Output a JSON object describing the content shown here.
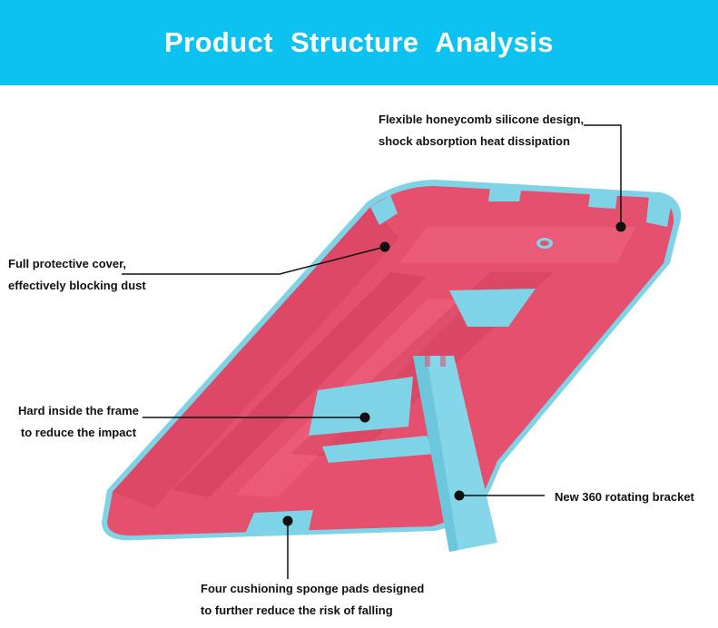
{
  "header": {
    "title": "Product Structure Analysis"
  },
  "colors": {
    "banner": "#0bc2f0",
    "case_body": "#e5506e",
    "case_shade": "#c83a58",
    "accent": "#7fd3e6",
    "text": "#111111"
  },
  "annotations": [
    {
      "id": "honeycomb",
      "lines": [
        "Flexible honeycomb silicone design,",
        "shock absorption heat dissipation"
      ]
    },
    {
      "id": "cover",
      "lines": [
        "Full protective cover,",
        "effectively blocking dust"
      ]
    },
    {
      "id": "frame",
      "lines": [
        "Hard inside the frame",
        "to reduce the impact"
      ]
    },
    {
      "id": "bracket",
      "lines": [
        "New 360 rotating bracket"
      ]
    },
    {
      "id": "pads",
      "lines": [
        "Four cushioning sponge pads designed",
        "to further reduce the risk of falling"
      ]
    }
  ]
}
